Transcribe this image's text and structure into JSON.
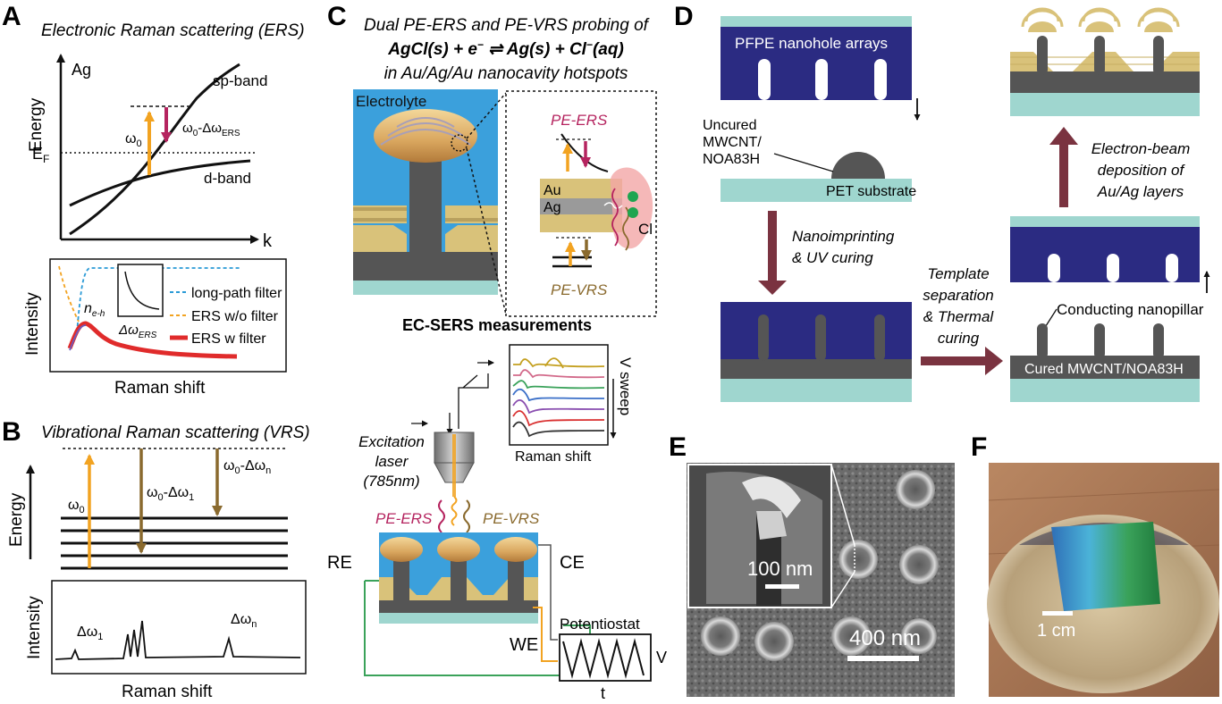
{
  "panelA": {
    "letter": "A",
    "title": "Electronic Raman scattering (ERS)",
    "metal": "Ag",
    "y_label": "Energy",
    "x_label": "k",
    "fermi": "E",
    "fermi_sub": "F",
    "sp_band": "sp-band",
    "d_band": "d-band",
    "omega0": "ω",
    "omega0_sub": "0",
    "shift": "ω",
    "shift_sub": "0",
    "shift_mid": "-Δω",
    "shift_sub2": "ERS",
    "spectrum_y": "Intensity",
    "spectrum_x": "Raman shift",
    "neh": "n",
    "neh_sub": "e-h",
    "inset_label": "Δω",
    "inset_sub": "ERS",
    "legend": [
      "long-path filter",
      "ERS w/o filter",
      "ERS w filter"
    ]
  },
  "panelB": {
    "letter": "B",
    "title": "Vibrational Raman scattering (VRS)",
    "y_label": "Energy",
    "omega0": "ω",
    "omega0_sub": "0",
    "shift1": "ω",
    "shift1_sub": "0",
    "shift1_mid": "-Δω",
    "shift1_sub2": "1",
    "shiftn": "ω",
    "shiftn_sub": "0",
    "shiftn_mid": "-Δω",
    "shiftn_sub2": "n",
    "spectrum_y": "Intensity",
    "spectrum_x": "Raman shift",
    "peak1": "Δω",
    "peak1_sub": "1",
    "peakn": "Δω",
    "peakn_sub": "n"
  },
  "panelC": {
    "letter": "C",
    "title_line1": "Dual PE-ERS and PE-VRS probing of",
    "eq_lhs": "AgCl(s) + e",
    "eq_minus": "−",
    "eq_rhs_1": " ⇌ Ag(s) + Cl",
    "eq_rhs_2": "(aq)",
    "title_line3": "in Au/Ag/Au nanocavity hotspots",
    "electrolyte": "Electrolyte",
    "pe_ers": "PE-ERS",
    "pe_vrs": "PE-VRS",
    "au": "Au",
    "ag": "Ag",
    "cl": "Cl",
    "ec_title": "EC-SERS measurements",
    "excitation": [
      "Excitation",
      "laser",
      "(785nm)"
    ],
    "raman_shift": "Raman shift",
    "v_sweep": "V sweep",
    "re": "RE",
    "ce": "CE",
    "we": "WE",
    "potentiostat": "Potentiostat",
    "v": "V",
    "t": "t"
  },
  "panelD": {
    "letter": "D",
    "pfpe": "PFPE nanohole arrays",
    "uncured": [
      "Uncured",
      "MWCNT/",
      "NOA83H"
    ],
    "pet": "PET substrate",
    "step1": [
      "Nanoimprinting",
      "& UV curing"
    ],
    "step2": [
      "Template",
      "separation",
      "& Thermal",
      "curing"
    ],
    "step3": [
      "Electron-beam",
      "deposition of",
      "Au/Ag layers"
    ],
    "nanopillar": "Conducting nanopillar",
    "cured": "Cured MWCNT/NOA83H"
  },
  "panelE": {
    "letter": "E",
    "scale_inset": "100 nm",
    "scale_main": "400 nm"
  },
  "panelF": {
    "letter": "F",
    "scale": "1 cm"
  },
  "colors": {
    "navy": "#2b2b82",
    "teal": "#9fd6cf",
    "dark_gray": "#555555",
    "gold": "#d9c27a",
    "electrolyte_blue": "#3ba0dc",
    "orange_arrow": "#f2a321",
    "magenta_arrow": "#b5245f",
    "brown_arrow": "#8a6a2e",
    "maroon_arrow": "#7a3340"
  }
}
